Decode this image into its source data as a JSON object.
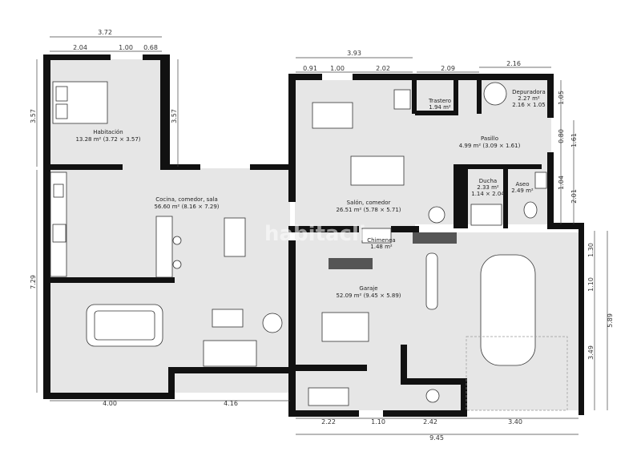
{
  "watermark": "habitaclia",
  "rooms": {
    "habitacion": {
      "name": "Habitación",
      "area": "13.28 m² (3.72 × 3.57)"
    },
    "cocina": {
      "name": "Cocina, comedor, sala",
      "area": "56.60 m² (8.16 × 7.29)"
    },
    "salon": {
      "name": "Salón, comedor",
      "area": "26.51 m² (5.78 × 5.71)"
    },
    "trastero": {
      "name": "Trastero",
      "area": "1.94 m²"
    },
    "depuradora": {
      "name": "Depuradora",
      "area": "2.27 m²",
      "dims": "2.16 × 1.05"
    },
    "pasillo": {
      "name": "Pasillo",
      "area": "4.99 m² (3.09 × 1.61)"
    },
    "ducha": {
      "name": "Ducha",
      "area": "2.33 m²",
      "dims": "1.14 × 2.04"
    },
    "aseo": {
      "name": "Aseo",
      "area": "2.49 m²"
    },
    "chimenea": {
      "name": "Chimenea",
      "area": "1.48 m²"
    },
    "garaje": {
      "name": "Garaje",
      "area": "52.09 m² (9.45 × 5.89)"
    }
  },
  "dimensions": {
    "top_left_total": "3.72",
    "top_left_a": "2.04",
    "top_left_b": "1.00",
    "top_left_c": "0.68",
    "top_mid_total": "3.93",
    "top_mid_a": "0.91",
    "top_mid_b": "1.00",
    "top_mid_c": "2.02",
    "top_right_a": "2.09",
    "top_right_b": "2.16",
    "left_upper": "3.57",
    "left_inner": "3.57",
    "left_lower": "7.29",
    "bottom_left": "4.00",
    "bottom_mid": "4.16",
    "bottom_a": "2.22",
    "bottom_b": "1.10",
    "bottom_c": "2.42",
    "bottom_d": "3.40",
    "bottom_total": "9.45",
    "right_a": "1.05",
    "right_b": "0.80",
    "right_c": "1.61",
    "right_d": "1.04",
    "right_e": "2.01",
    "right_f": "1.30",
    "right_g": "1.10",
    "right_h": "3.49",
    "right_total": "5.89"
  }
}
